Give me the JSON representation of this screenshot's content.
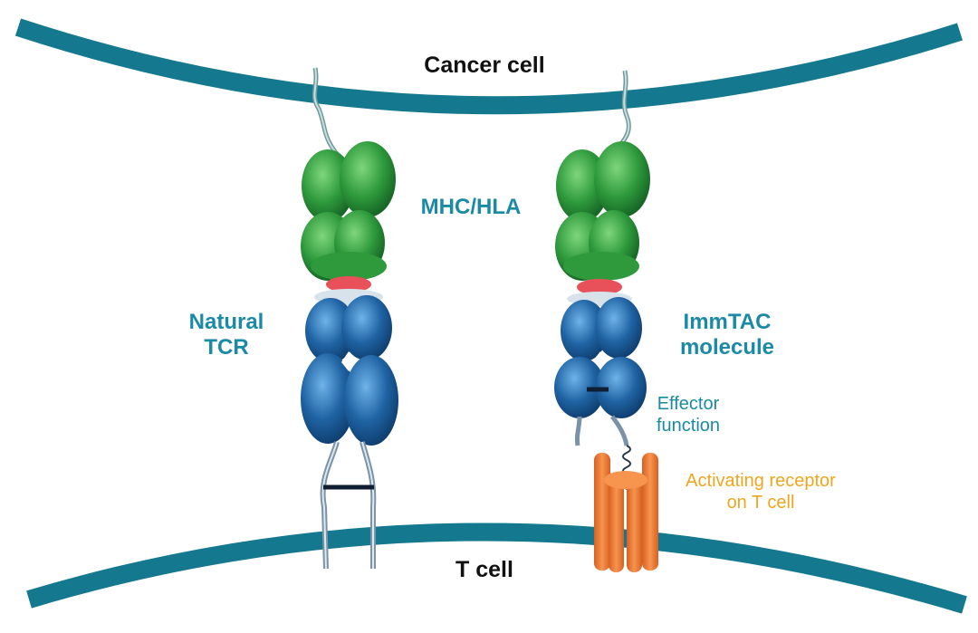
{
  "labels": {
    "cancer_cell": "Cancer cell",
    "t_cell": "T cell",
    "mhc_hla": "MHC/HLA",
    "natural_tcr": [
      "Natural",
      "TCR"
    ],
    "immtac": [
      "ImmTAC",
      "molecule"
    ],
    "effector": [
      "Effector",
      "function"
    ],
    "activating": [
      "Activating receptor",
      "on T cell"
    ]
  },
  "colors": {
    "membrane": "#14788e",
    "mhc": "#2e9a3c",
    "peptide": "#e8505a",
    "tcr": "#1f63a3",
    "receptor": "#f07a38",
    "text_teal": "#1a8aa6",
    "text_orange": "#f0a520"
  }
}
